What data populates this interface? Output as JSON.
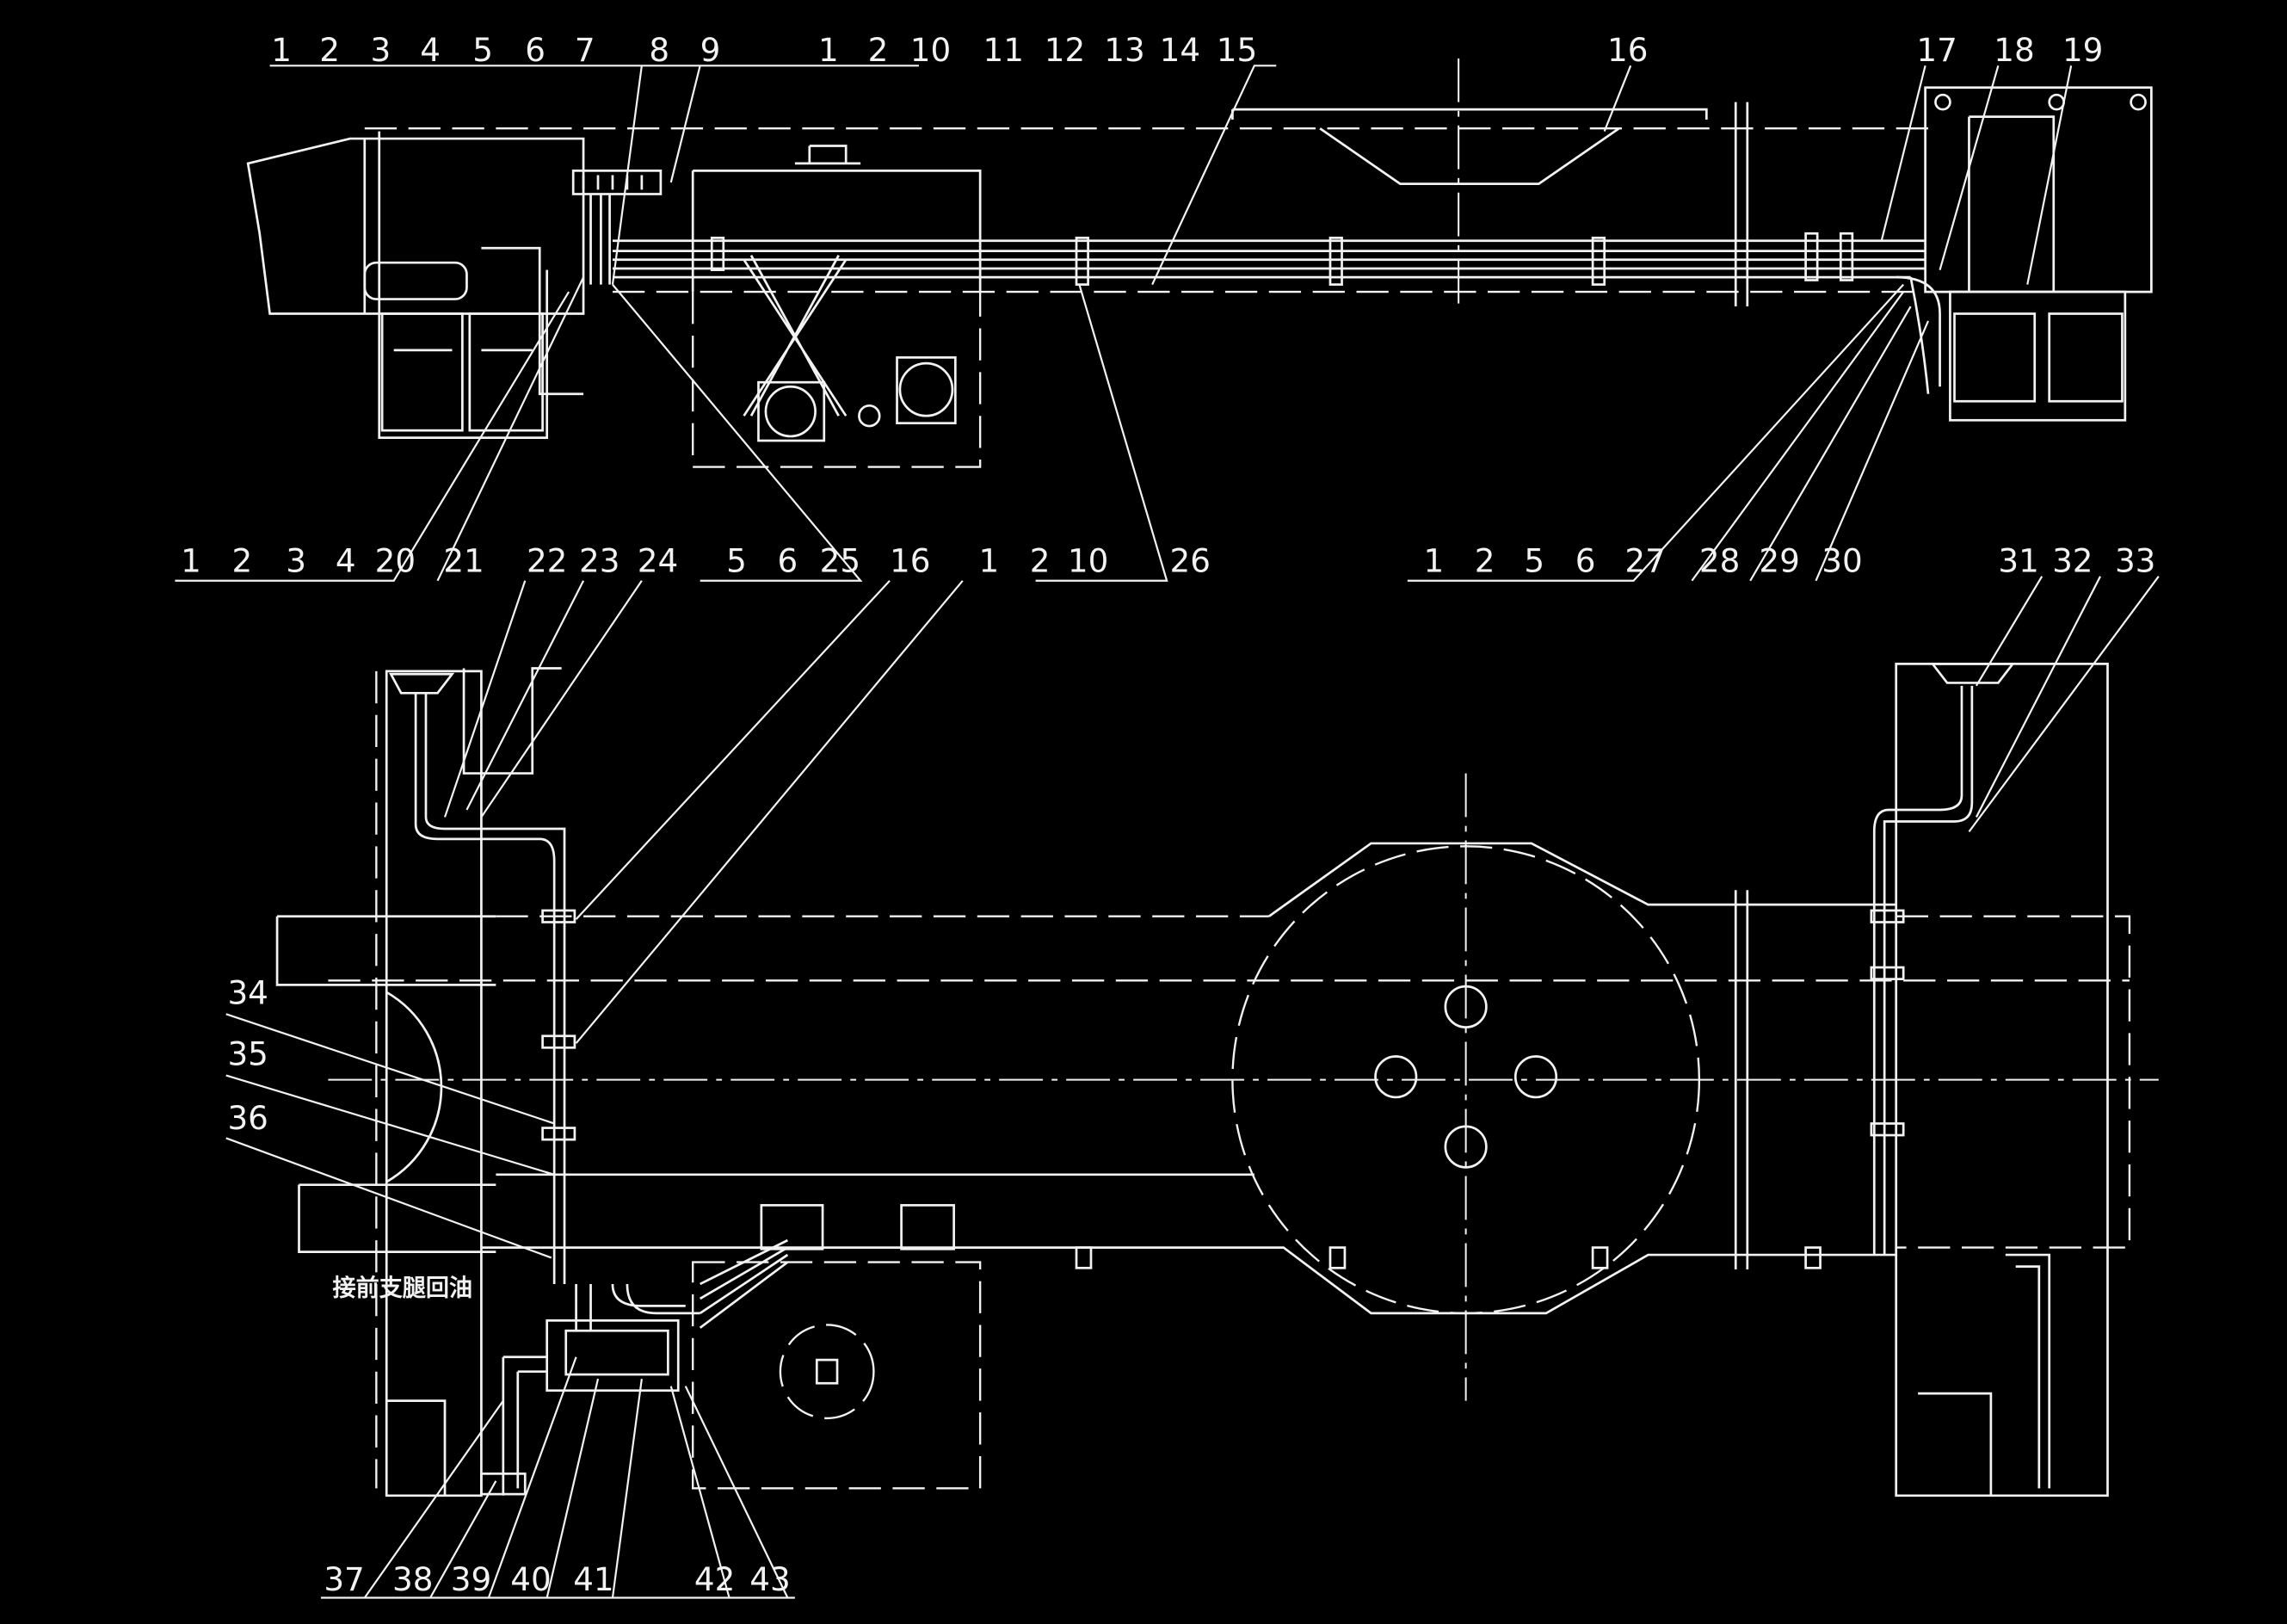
{
  "drawing": {
    "background": "#000000",
    "line_color": "#f2f2f2",
    "note": "接前支腿回油",
    "top_row_labels": [
      "1",
      "2",
      "3",
      "4",
      "5",
      "6",
      "7",
      "8",
      "9",
      "1",
      "2",
      "10",
      "11",
      "12",
      "13",
      "14",
      "15",
      "16",
      "17",
      "18",
      "19"
    ],
    "mid_row_labels": [
      "1",
      "2",
      "3",
      "4",
      "20",
      "21",
      "22",
      "23",
      "24",
      "5",
      "6",
      "25",
      "16",
      "1",
      "2",
      "10",
      "26",
      "1",
      "2",
      "5",
      "6",
      "27",
      "28",
      "29",
      "30",
      "31",
      "32",
      "33"
    ],
    "left_labels": [
      "34",
      "35",
      "36"
    ],
    "bottom_row_labels": [
      "37",
      "38",
      "39",
      "40",
      "41",
      "42",
      "43"
    ]
  }
}
